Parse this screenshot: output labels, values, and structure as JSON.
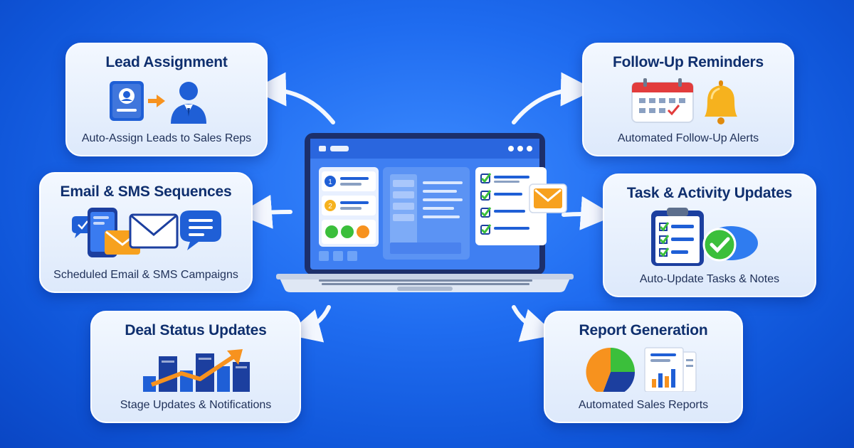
{
  "cards": {
    "lead_assignment": {
      "title": "Lead Assignment",
      "caption": "Auto-Assign Leads to Sales Reps"
    },
    "follow_up": {
      "title": "Follow-Up Reminders",
      "caption": "Automated Follow-Up Alerts"
    },
    "email_sms": {
      "title": "Email & SMS Sequences",
      "caption": "Scheduled Email & SMS Campaigns"
    },
    "task_updates": {
      "title": "Task & Activity Updates",
      "caption": "Auto-Update Tasks & Notes"
    },
    "deal_status": {
      "title": "Deal Status Updates",
      "caption": "Stage Updates & Notifications"
    },
    "report_generation": {
      "title": "Report Generation",
      "caption": "Automated Sales Reports"
    }
  },
  "laptop": {
    "list_badges": [
      "1",
      "2"
    ]
  },
  "colors": {
    "background": "#1f6cf0",
    "title_text": "#0f2f6e",
    "accent_orange": "#f7921e",
    "check_green": "#3bbf3b",
    "icon_blue": "#1f5fd6"
  }
}
